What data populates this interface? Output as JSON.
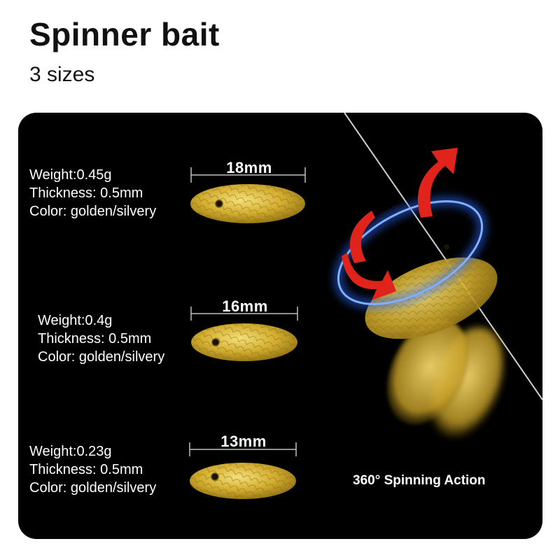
{
  "header": {
    "title": "Spinner bait",
    "subtitle": "3 sizes"
  },
  "blades": [
    {
      "size": "18mm",
      "weight": "Weight:0.45g",
      "thickness": "Thickness: 0.5mm",
      "color": "Color: golden/silvery"
    },
    {
      "size": "16mm",
      "weight": "Weight:0.4g",
      "thickness": "Thickness: 0.5mm",
      "color": "Color: golden/silvery"
    },
    {
      "size": "13mm",
      "weight": "Weight:0.23g",
      "thickness": "Thickness: 0.5mm",
      "color": "Color: golden/silvery"
    }
  ],
  "action": {
    "label": "360° Spinning Action"
  },
  "colors": {
    "panel": "#000000",
    "gold": "#d9b53a",
    "arrow": "#e0241b",
    "ring": "#2f6bff"
  },
  "icons": [
    "rotation-arrow-icon",
    "blue-ring-icon"
  ]
}
